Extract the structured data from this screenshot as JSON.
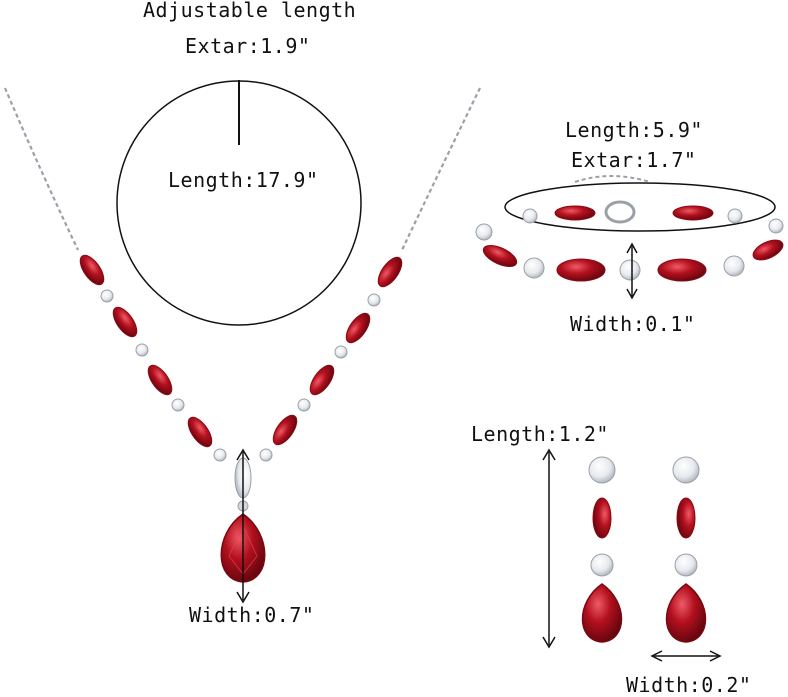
{
  "necklace": {
    "adjustable_label": "Adjustable length",
    "extra_label": "Extar:1.9\"",
    "length_label": "Length:17.9\"",
    "width_label": "Width:0.7\""
  },
  "bracelet": {
    "length_label": "Length:5.9\"",
    "extra_label": "Extar:1.7\"",
    "width_label": "Width:0.1\""
  },
  "earrings": {
    "length_label": "Length:1.2\"",
    "width_label": "Width:0.2\""
  },
  "colors": {
    "ruby": "#b3101e",
    "ruby_dark": "#6e0710",
    "ruby_light": "#e2404c",
    "silver": "#c9ccd1",
    "crystal": "#eef1f4"
  }
}
